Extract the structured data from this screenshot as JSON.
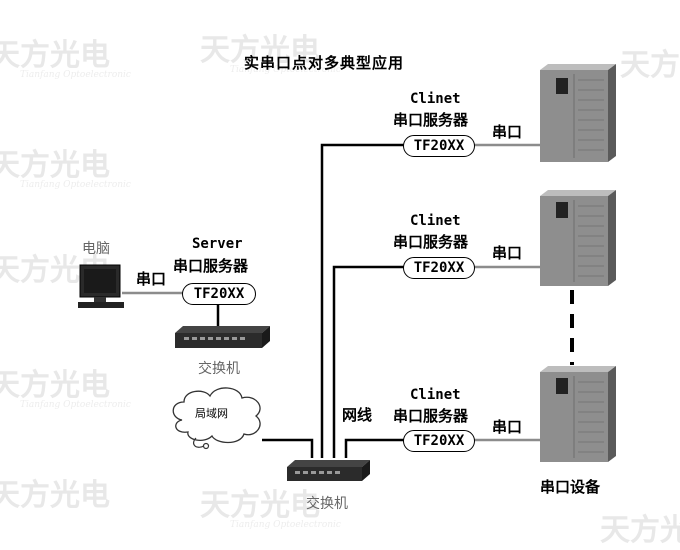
{
  "title": "实串口点对多典型应用",
  "watermark": {
    "brand": "天方光电",
    "sub": "Tianfang Optoelectronic"
  },
  "pc": {
    "label": "电脑",
    "port_label": "串口"
  },
  "server": {
    "mode": "Server",
    "name": "串口服务器",
    "model": "TF20XX"
  },
  "switch_top": {
    "label": "交换机"
  },
  "lan": {
    "label": "局域网"
  },
  "switch_bottom": {
    "label": "交换机"
  },
  "network_label": "网线",
  "clients": [
    {
      "mode": "Clinet",
      "name": "串口服务器",
      "model": "TF20XX",
      "port_label": "串口"
    },
    {
      "mode": "Clinet",
      "name": "串口服务器",
      "model": "TF20XX",
      "port_label": "串口"
    },
    {
      "mode": "Clinet",
      "name": "串口服务器",
      "model": "TF20XX",
      "port_label": "串口"
    }
  ],
  "device_label": "串口设备"
}
